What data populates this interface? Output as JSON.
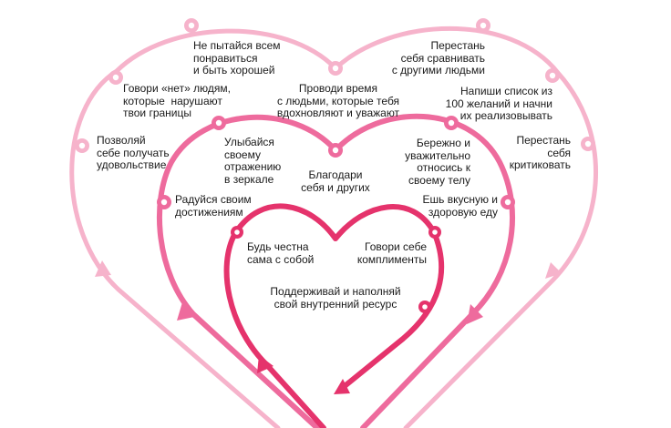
{
  "colors": {
    "outer": "#f6b3cb",
    "middle": "#ee6b9d",
    "inner": "#e5336c"
  },
  "outer": [
    "Не пытайся всем\nпонравиться\nи быть хорошей",
    "Перестань\nсебя сравнивать\nс другими людьми",
    "Говори «нет» людям,\nкоторые  нарушают\nтвои границы",
    "Проводи время\nс людьми, которые тебя\nвдохновляют и уважают",
    "Напиши список из\n100 желаний и начни\nих реализовывать",
    "Позволяй\nсебе получать\nудовольствие",
    "Перестань\nсебя\nкритиковать"
  ],
  "middle": [
    "Улыбайся\nсвоему\nотражению\nв зеркале",
    "Благодари\nсебя и других",
    "Бережно и\nуважительно\nотносись к\nсвоему телу",
    "Радуйся своим\nдостижениям",
    "Ешь вкусную и\nздоровую еду"
  ],
  "inner": [
    "Будь честна\nсама с собой",
    "Говори себе\nкомплименты",
    "Поддерживай и наполняй\nсвой внутренний ресурс"
  ]
}
